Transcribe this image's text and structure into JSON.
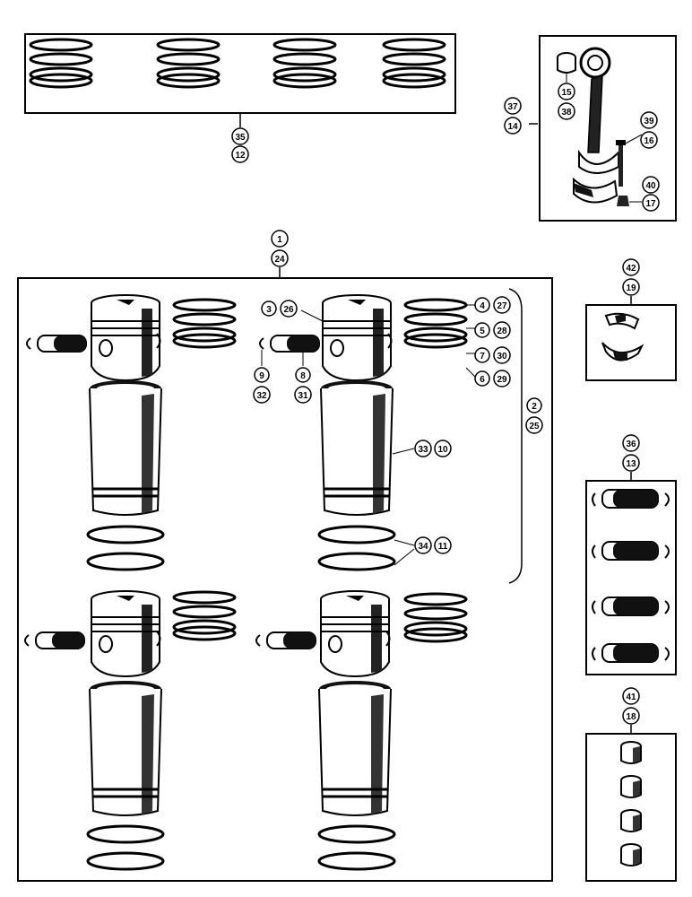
{
  "callouts": {
    "c1": "1",
    "c2": "2",
    "c3": "3",
    "c4": "4",
    "c5": "5",
    "c6": "6",
    "c7": "7",
    "c8": "8",
    "c9": "9",
    "c10": "10",
    "c11": "11",
    "c12": "12",
    "c13": "13",
    "c14": "14",
    "c15": "15",
    "c16": "16",
    "c17": "17",
    "c18": "18",
    "c19": "19",
    "c24": "24",
    "c25": "25",
    "c26": "26",
    "c27": "27",
    "c28": "28",
    "c29": "29",
    "c30": "30",
    "c31": "31",
    "c32": "32",
    "c33": "33",
    "c34": "34",
    "c35": "35",
    "c36": "36",
    "c37": "37",
    "c38": "38",
    "c39": "39",
    "c40": "40",
    "c41": "41",
    "c42": "42"
  }
}
